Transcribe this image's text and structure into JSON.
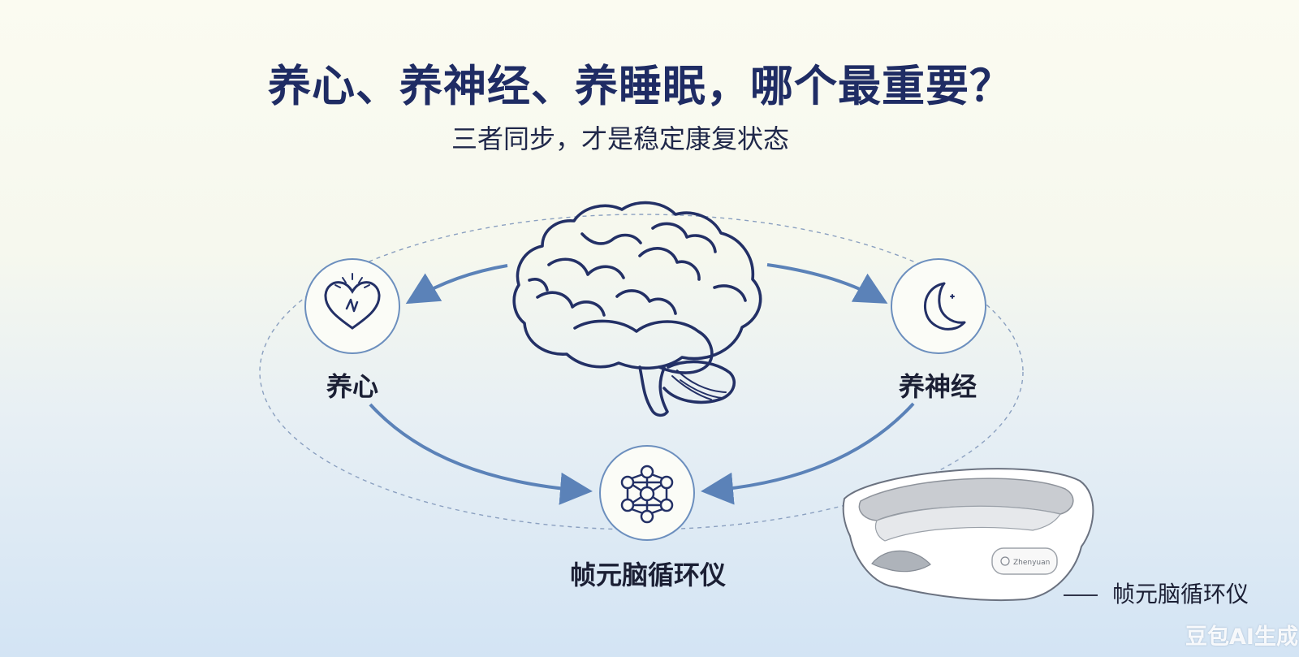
{
  "header": {
    "title": "养心、养神经、养睡眠，哪个最重要？",
    "subtitle": "三者同步，才是稳定康复状态"
  },
  "nodes": {
    "heart": {
      "label": "养心",
      "icon": "heart-icon"
    },
    "nerve": {
      "label": "养神经",
      "icon": "moon-icon"
    },
    "device": {
      "label": "帧元脑循环仪",
      "icon": "network-icon"
    }
  },
  "center": {
    "icon": "brain-icon"
  },
  "product": {
    "label": "帧元脑循环仪",
    "icon": "eye-massager-icon",
    "button_text": "Zhenyuan"
  },
  "watermark": "豆包AI生成",
  "colors": {
    "title": "#1f2c64",
    "accent": "#5b82b8",
    "line": "#233066"
  }
}
